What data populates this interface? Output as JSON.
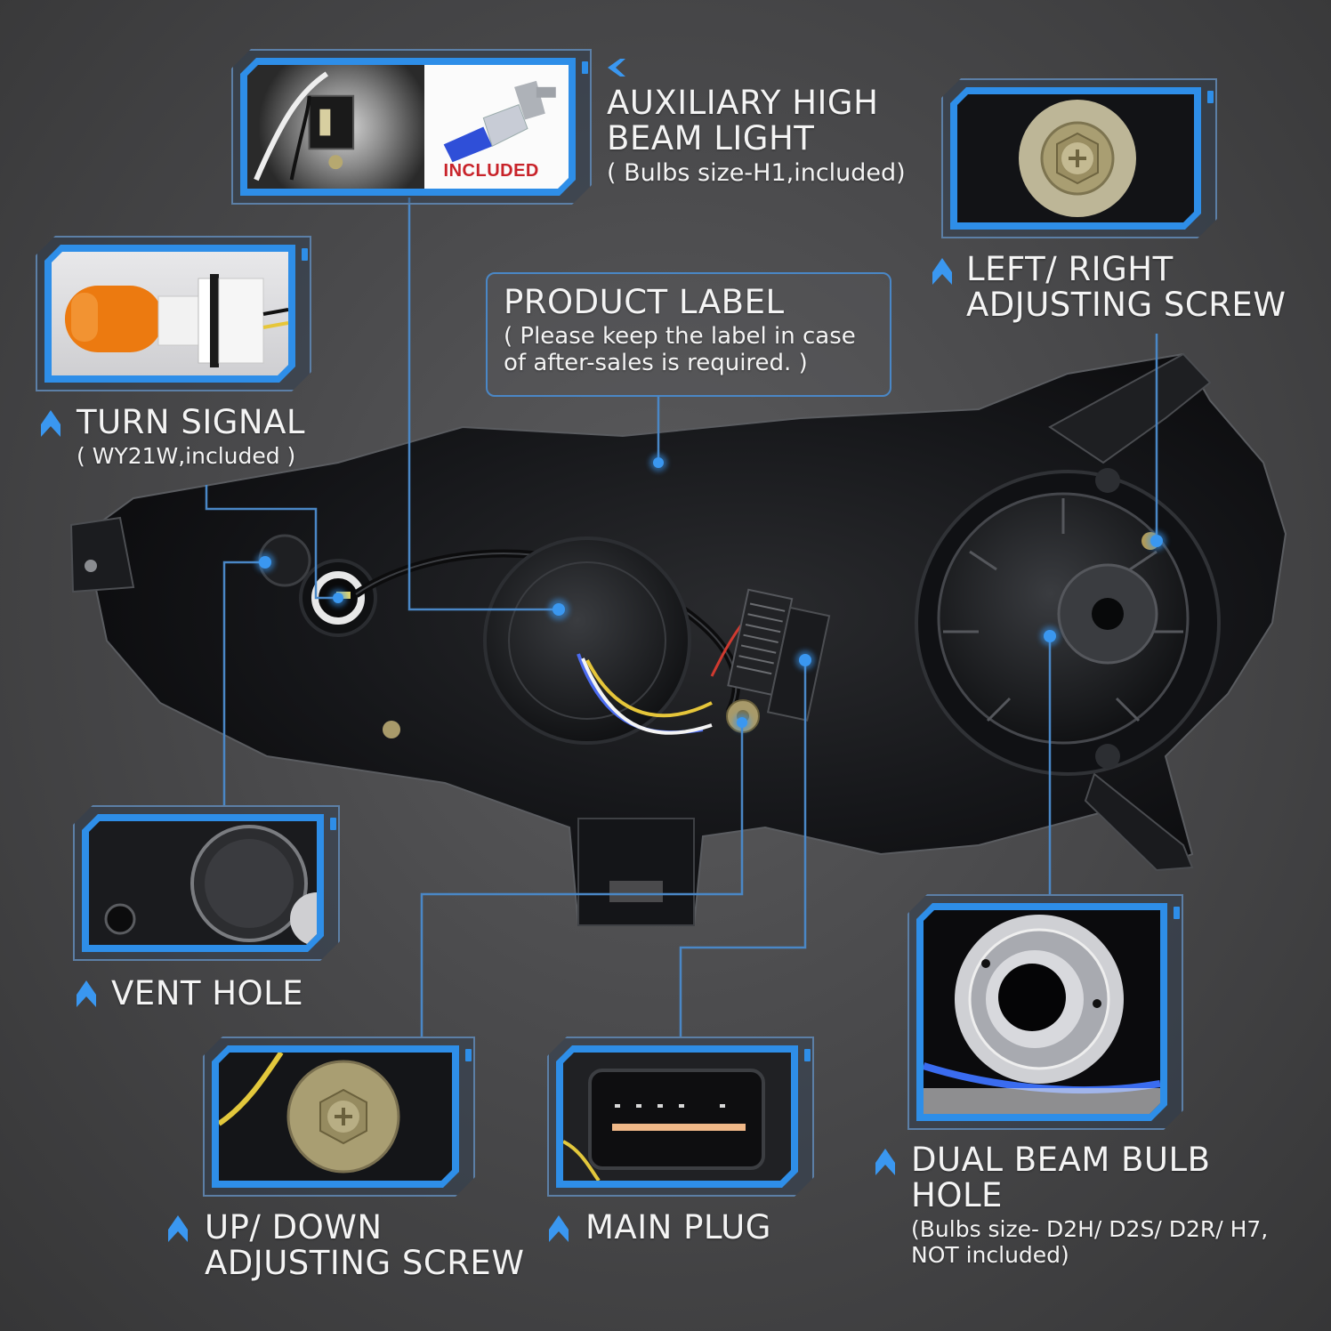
{
  "infographic": {
    "subject": "Headlight assembly rear view",
    "accent_color": "#2e8ee8",
    "line_color": "#4a87c6",
    "background_color": "#4a4a4c",
    "callouts": [
      {
        "id": "auxiliary_high_beam",
        "title_line1": "AUXILIARY HIGH",
        "title_line2": "BEAM LIGHT",
        "subtitle": "( Bulbs size-H1,included)",
        "badge": "INCLUDED",
        "icon": "chevron-left-icon"
      },
      {
        "id": "left_right_screw",
        "title_line1": "LEFT/ RIGHT",
        "title_line2": "ADJUSTING SCREW",
        "icon": "chevron-up-icon"
      },
      {
        "id": "product_label",
        "title_line1": "PRODUCT LABEL",
        "subtitle_line1": "( Please keep the label in case",
        "subtitle_line2": "of after-sales is required. )"
      },
      {
        "id": "turn_signal",
        "title_line1": "TURN SIGNAL",
        "subtitle": "( WY21W,included )",
        "icon": "chevron-up-icon"
      },
      {
        "id": "vent_hole",
        "title_line1": "VENT HOLE",
        "icon": "chevron-up-icon"
      },
      {
        "id": "up_down_screw",
        "title_line1": "UP/ DOWN",
        "title_line2": "ADJUSTING SCREW",
        "icon": "chevron-up-icon"
      },
      {
        "id": "main_plug",
        "title_line1": "MAIN PLUG",
        "icon": "chevron-up-icon"
      },
      {
        "id": "dual_beam_bulb_hole",
        "title_line1": "DUAL BEAM BULB",
        "title_line2": "HOLE",
        "subtitle_line1": "(Bulbs size- D2H/ D2S/ D2R/ H7,",
        "subtitle_line2": "NOT included)",
        "icon": "chevron-up-icon"
      }
    ]
  }
}
